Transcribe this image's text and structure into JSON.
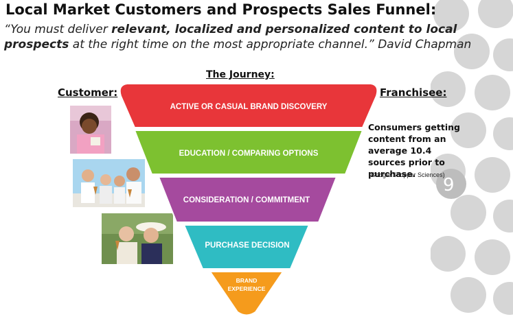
{
  "title": "Local Market Customers and Prospects Sales Funnel:",
  "quote": {
    "open": "“You must deliver ",
    "emphasis": "relevant, localized and personalized content to local prospects",
    "close": " at the right time on the most appropriate channel.” David Chapman"
  },
  "journey_label": "The Journey:",
  "customer_label": "Customer:",
  "franchisee_label": "Franchisee:",
  "franchisee_stat": "Consumers getting content from an average 10.4 sources prior to purchase.",
  "franchisee_source": "(Google/Shopper Sciences)",
  "funnel_stages": [
    {
      "label": "ACTIVE OR CASUAL BRAND DISCOVERY",
      "color": "#e8363a"
    },
    {
      "label": "EDUCATION / COMPARING OPTIONS",
      "color": "#7dc130"
    },
    {
      "label": "CONSIDERATION / COMMITMENT",
      "color": "#a54a9e"
    },
    {
      "label": "PURCHASE DECISION",
      "color": "#2fbcc3"
    },
    {
      "label_line1": "BRAND",
      "label_line2": "EXPERIENCE",
      "color": "#f59b1c"
    }
  ],
  "photos": [
    {
      "icon": "child-eating-ice-cream-photo"
    },
    {
      "icon": "family-with-ice-cream-photo"
    },
    {
      "icon": "elderly-couple-ice-cream-photo"
    }
  ]
}
